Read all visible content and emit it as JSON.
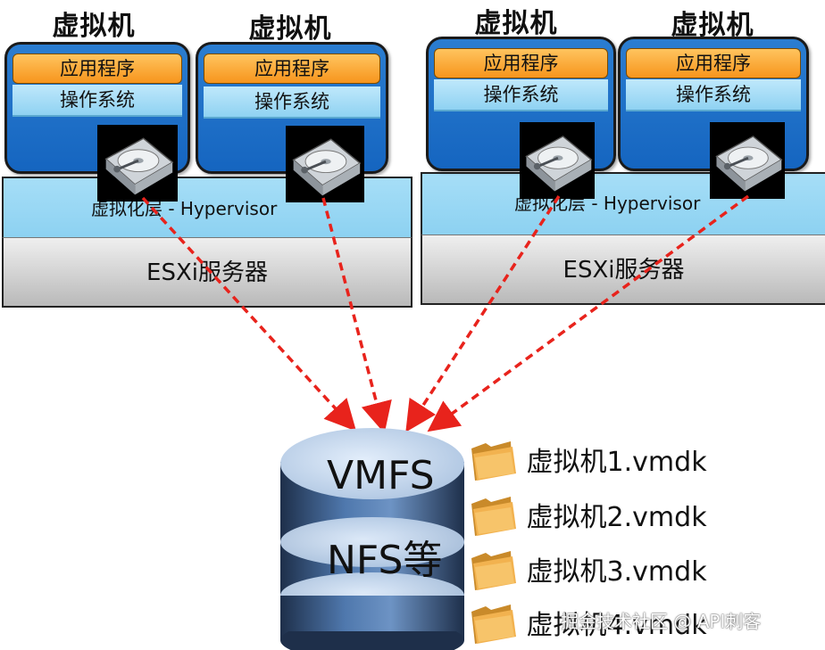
{
  "vm_titles": [
    "虚拟机",
    "虚拟机",
    "虚拟机",
    "虚拟机"
  ],
  "app_label": "应用程序",
  "os_label": "操作系统",
  "hypervisor_label": "虚拟化层 - Hypervisor",
  "esxi_label": "ESXi服务器",
  "storage": {
    "line1": "VMFS",
    "line2": "NFS等"
  },
  "files": [
    "虚拟机1.vmdk",
    "虚拟机2.vmdk",
    "虚拟机3.vmdk",
    "虚拟机4.vmdk"
  ],
  "watermark": "掘金技术社区 @ API刺客",
  "colors": {
    "arrow": "#e8231c",
    "vm_blue": "#1565c0",
    "app_orange": "#f7951d",
    "hyp_blue": "#8fd2f2"
  }
}
